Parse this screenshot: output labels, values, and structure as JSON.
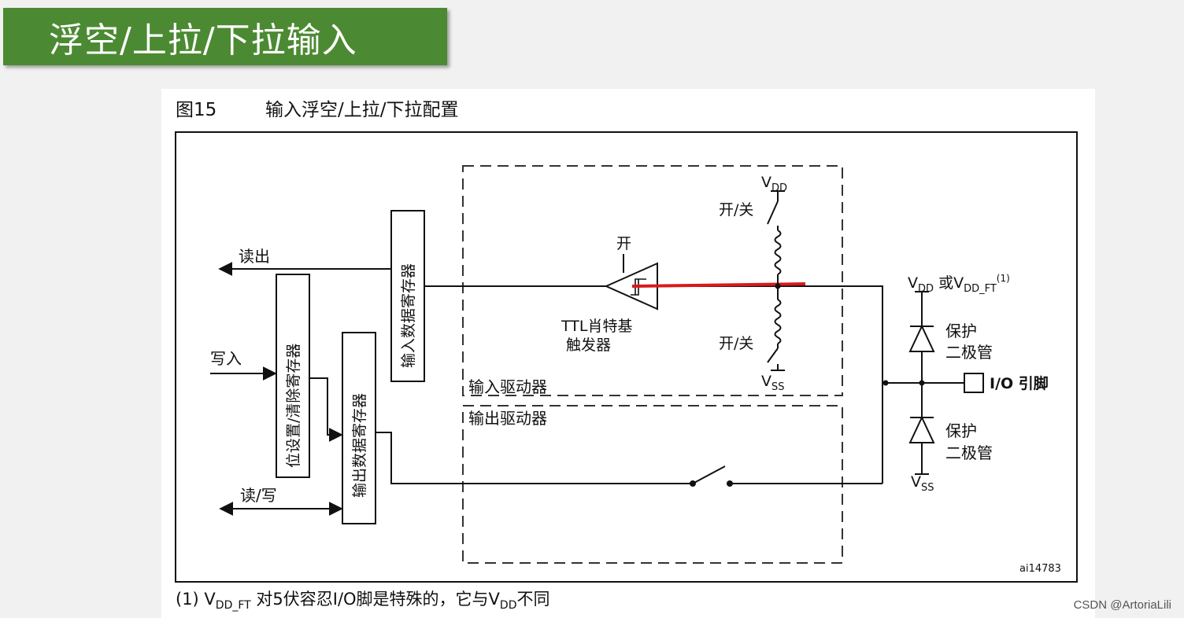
{
  "slide": {
    "title": "浮空/上拉/下拉输入",
    "watermark": "CSDN @ArtoriaLili"
  },
  "figure": {
    "number": "图15",
    "caption": "输入浮空/上拉/下拉配置",
    "code": "ai14783",
    "footnote_prefix": "(1) V",
    "footnote_sub1": "DD_FT",
    "footnote_mid": " 对5伏容忍I/O脚是特殊的，它与V",
    "footnote_sub2": "DD",
    "footnote_suffix": "不同"
  },
  "labels": {
    "read_out": "读出",
    "write_in": "写入",
    "read_write": "读/写",
    "input_data_register": "输入数据寄存器",
    "bit_set_clear_register": "位设置/清除寄存器",
    "output_data_register": "输出数据寄存器",
    "open": "开",
    "ttl_schmitt_1": "TTL肖特基",
    "ttl_schmitt_2": "触发器",
    "on_off_top": "开/关",
    "on_off_bottom": "开/关",
    "vdd_main": "V",
    "vdd_sub": "DD",
    "vss_main": "V",
    "vss_sub": "SS",
    "input_driver": "输入驱动器",
    "output_driver": "输出驱动器",
    "vdd_or_vddft_1": "V",
    "vdd_or_vddft_sub1": "DD",
    "vdd_or_vddft_mid": " 或V",
    "vdd_or_vddft_sub2": "DD_FT",
    "vdd_or_vddft_sup": "(1)",
    "protect_1a": "保护",
    "protect_1b": "二极管",
    "protect_2a": "保护",
    "protect_2b": "二极管",
    "io_pin": "I/O 引脚",
    "vss2_main": "V",
    "vss2_sub": "SS"
  },
  "colors": {
    "banner": "#4b8a32",
    "highlight": "#d81a1a"
  }
}
